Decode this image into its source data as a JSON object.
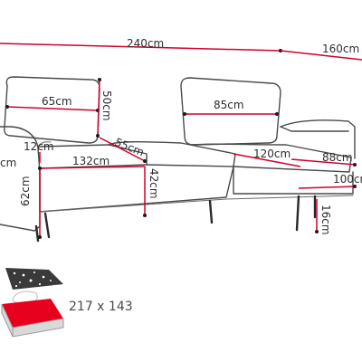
{
  "dimensions": {
    "total_width": "240cm",
    "chaise_length": "160cm",
    "back_left_width": "65cm",
    "back_height": "50cm",
    "back_right_width": "85cm",
    "armrest_height": "12cm",
    "seat_depth": "55cm",
    "seat_width_left": "132cm",
    "seat_height": "42cm",
    "chaise_seat_length": "120cm",
    "chaise_depth": "88cm",
    "chaise_width": "100cm",
    "total_height": "62cm",
    "leg_height": "16cm",
    "side_depth": "cm"
  },
  "bed": {
    "size": "217 x 143"
  },
  "colors": {
    "dimension_line": "#d2002a",
    "sofa_outline": "#4a4a4a",
    "bed_surface": "#e8001f",
    "bed_pattern": "#3a3a3a"
  }
}
